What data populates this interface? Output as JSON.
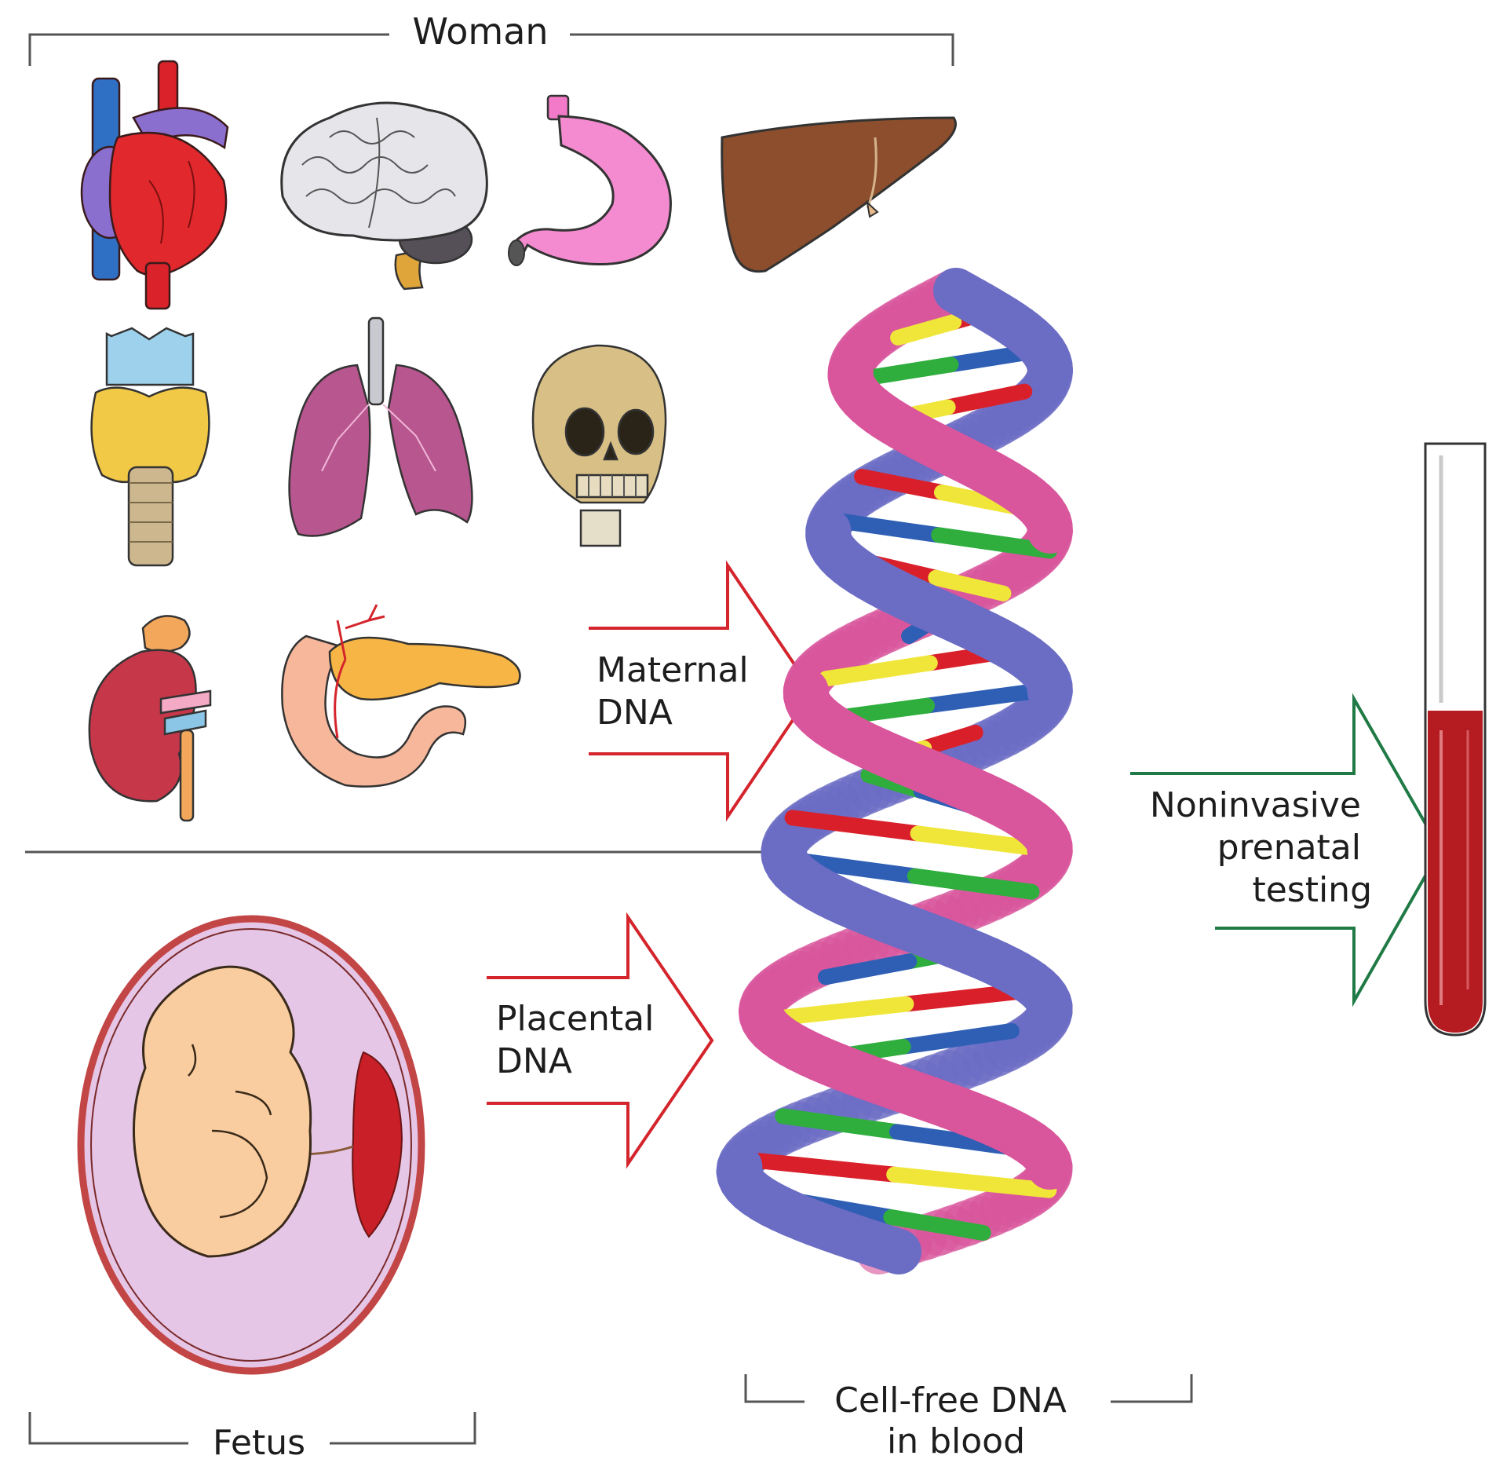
{
  "labels": {
    "woman": "Woman",
    "fetus": "Fetus",
    "maternal_dna": [
      "Maternal",
      "DNA"
    ],
    "placental_dna": [
      "Placental",
      "DNA"
    ],
    "cell_free_dna": [
      "Cell-free DNA",
      "in blood"
    ],
    "nipt": [
      "Noninvasive",
      "prenatal",
      "testing"
    ]
  },
  "organs": [
    "heart",
    "brain",
    "stomach",
    "liver",
    "thyroid",
    "lungs",
    "skull",
    "kidney",
    "pancreas"
  ],
  "colors": {
    "maternal_arrow": "#d4242c",
    "placental_arrow": "#d4242c",
    "nipt_arrow": "#1f7a45",
    "strand_blue": "#6b6cc4",
    "strand_pink": "#d9559c",
    "base_red": "#d9202a",
    "base_yellow": "#f0e63a",
    "base_blue": "#2e5fb5",
    "base_green": "#2fae3e",
    "blood": "#b51c22"
  }
}
